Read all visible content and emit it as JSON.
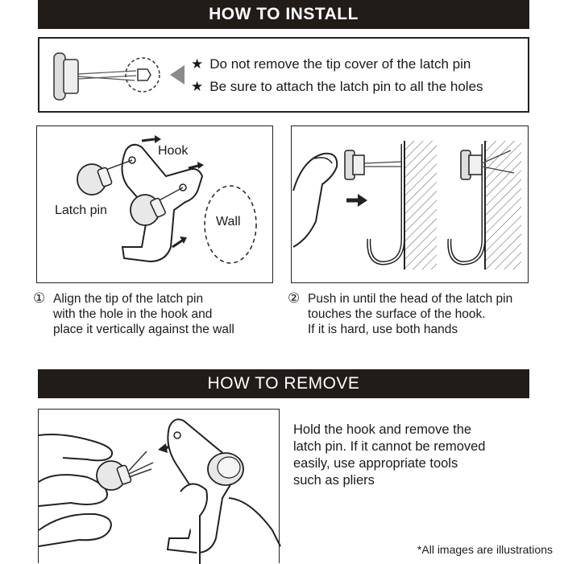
{
  "install": {
    "title": "HOW TO INSTALL",
    "notices": [
      "Do not remove the tip cover of the latch pin",
      "Be sure to attach the latch pin to all the holes"
    ],
    "star": "★"
  },
  "step1": {
    "number": "①",
    "lines": [
      "Align the tip of the latch pin",
      "with the hole in the hook and",
      "place it vertically against the wall"
    ],
    "labels": {
      "hook": "Hook",
      "latch_pin": "Latch pin",
      "wall": "Wall"
    }
  },
  "step2": {
    "number": "②",
    "lines": [
      "Push in until the head of the latch pin",
      "touches the surface of the hook.",
      "If it is hard, use both hands"
    ]
  },
  "remove": {
    "title": "HOW TO REMOVE",
    "lines": [
      "Hold the hook and remove the",
      "latch pin. If it cannot be removed",
      "easily, use appropriate tools",
      "such as pliers"
    ]
  },
  "note": "*All images are illustrations",
  "colors": {
    "banner": "#221c19",
    "ink": "#1a1a1a",
    "grey": "#7a7a7a"
  }
}
